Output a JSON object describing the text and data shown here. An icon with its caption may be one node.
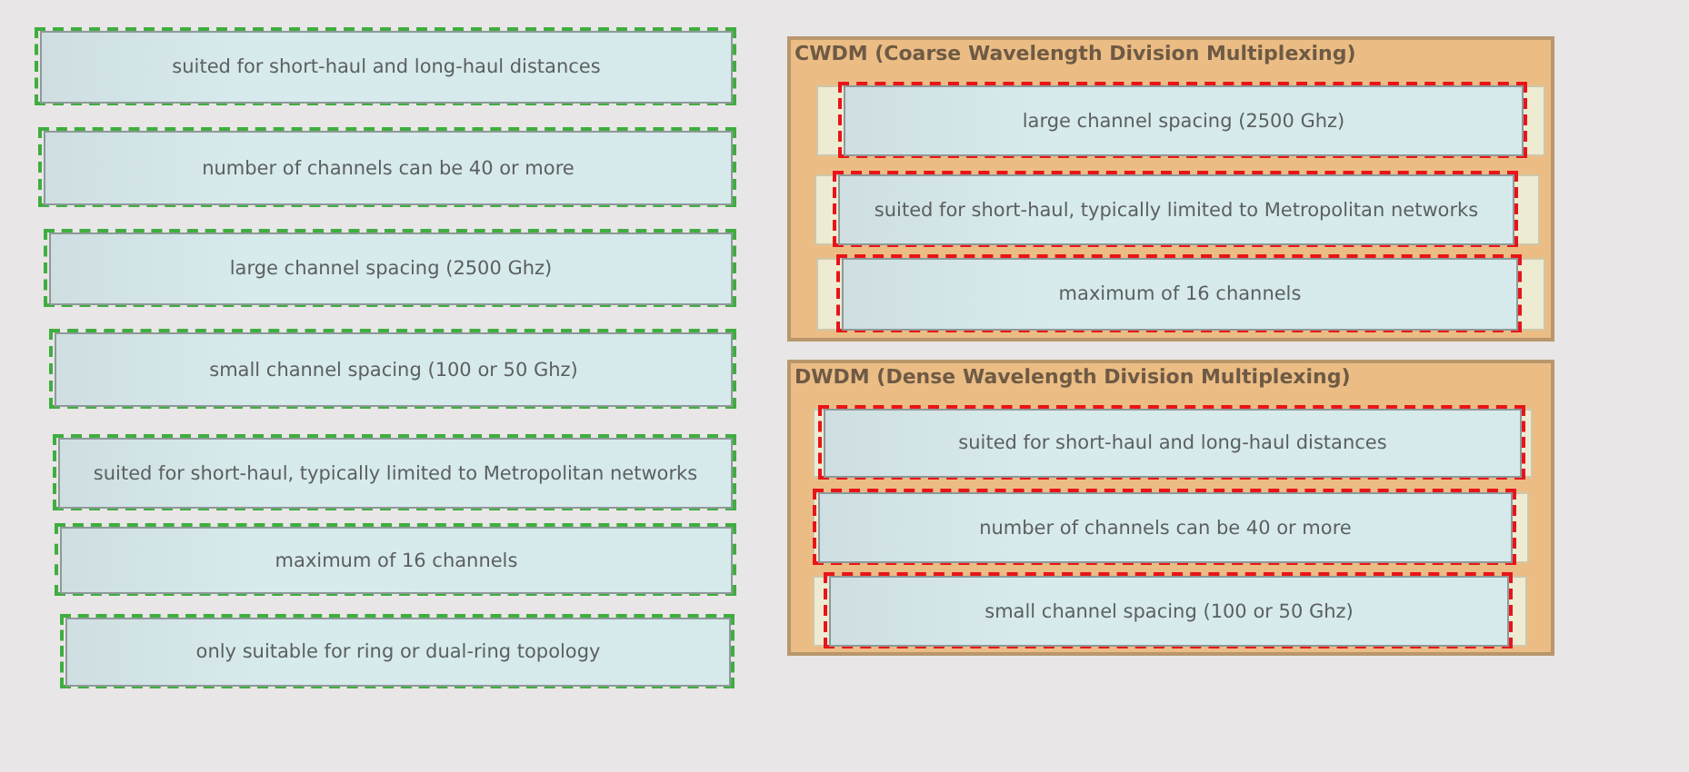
{
  "diagram": {
    "nodes": [
      {
        "text": [
          "suited for short-haul and long-haul distances"
        ]
      },
      {
        "text": [
          "number of channels can be 40 or more"
        ]
      },
      {
        "text": [
          "large channel spacing (2500 Ghz)"
        ]
      },
      {
        "text": [
          "small channel spacing (100 or 50 Ghz)"
        ]
      },
      {
        "text": [
          "suited for short-haul, typically limited to Metropolitan networks"
        ]
      },
      {
        "text": [
          "maximum of 16 channels"
        ]
      },
      {
        "text": [
          "only suitable for ring or dual-ring topology"
        ]
      },
      {
        "text": [
          "CWDM (Coarse Wavelength Division Multiplexing)"
        ]
      },
      {
        "text": [
          "large channel spacing (2500 Ghz)"
        ],
        "in": 7
      },
      {
        "text": [
          "suited for short-haul, typically limited to Metropolitan networks"
        ],
        "in": 7
      },
      {
        "text": [
          "maximum of 16 channels"
        ],
        "in": 7
      },
      {
        "text": [
          "DWDM (Dense Wavelength Division Multiplexing)"
        ]
      },
      {
        "text": [
          "suited for short-haul and long-haul distances"
        ],
        "in": 11
      },
      {
        "text": [
          "number of channels can be 40 or more"
        ],
        "in": 11
      },
      {
        "text": [
          "small channel spacing (100 or 50 Ghz)"
        ],
        "in": 11
      }
    ]
  }
}
